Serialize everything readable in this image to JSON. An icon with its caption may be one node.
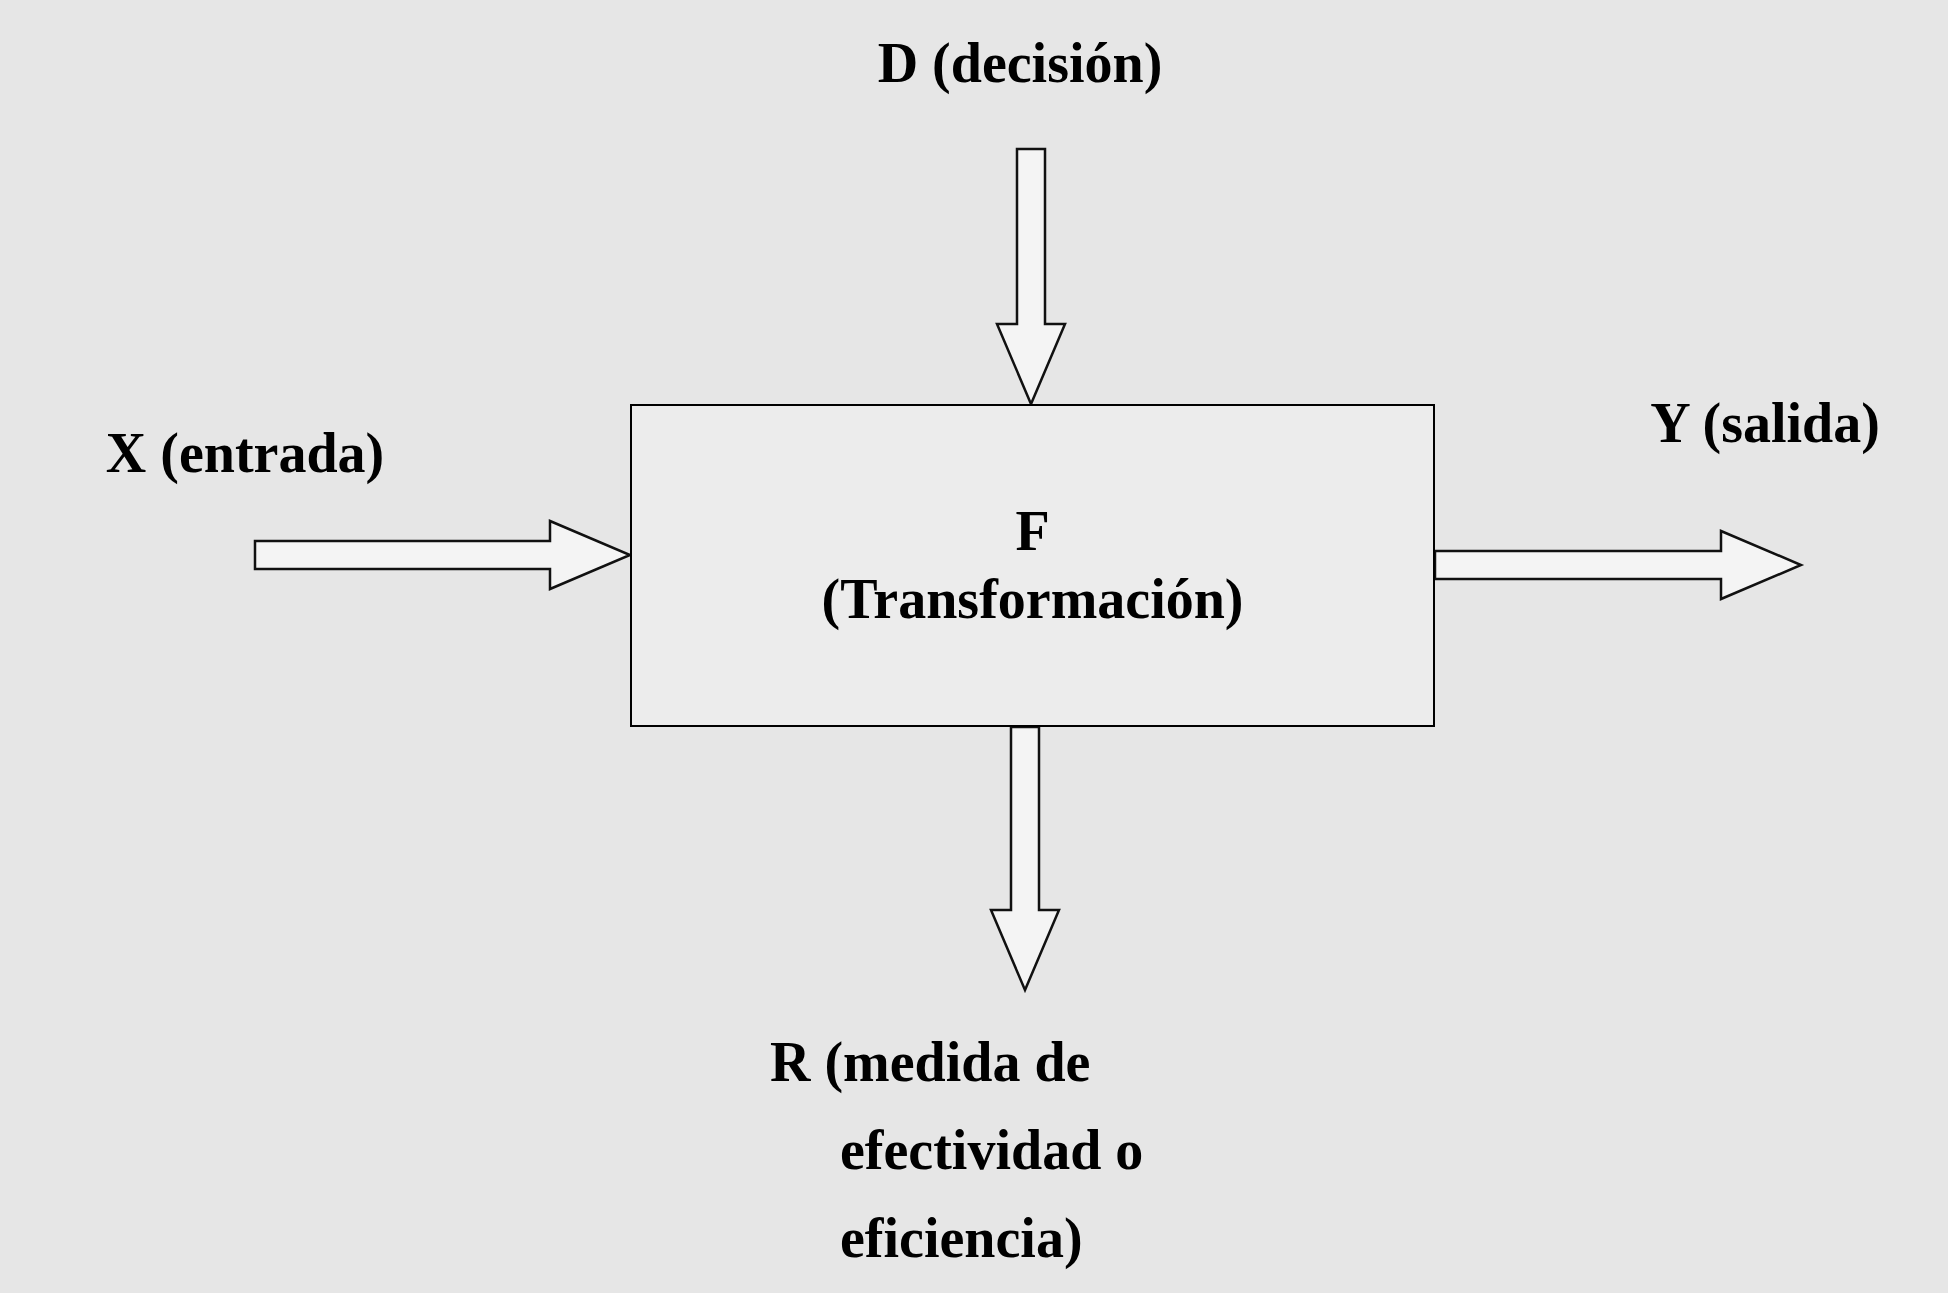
{
  "diagram": {
    "nodes": [
      {
        "text": [
          "D (decisión)"
        ]
      },
      {
        "text": [
          "F",
          "(Transformación)"
        ]
      },
      {
        "text": [
          "X (entrada)"
        ]
      },
      {
        "text": [
          "Y (salida)"
        ]
      },
      {
        "text": [
          "R (medida de efectividad o eficiencia)"
        ]
      }
    ],
    "edges": [
      {
        "from": 0,
        "to": 1,
        "arrow": "to"
      },
      {
        "from": 2,
        "to": 1,
        "arrow": "to"
      },
      {
        "from": 1,
        "to": 3,
        "arrow": "to"
      },
      {
        "from": 1,
        "to": 4,
        "arrow": "to"
      }
    ]
  }
}
